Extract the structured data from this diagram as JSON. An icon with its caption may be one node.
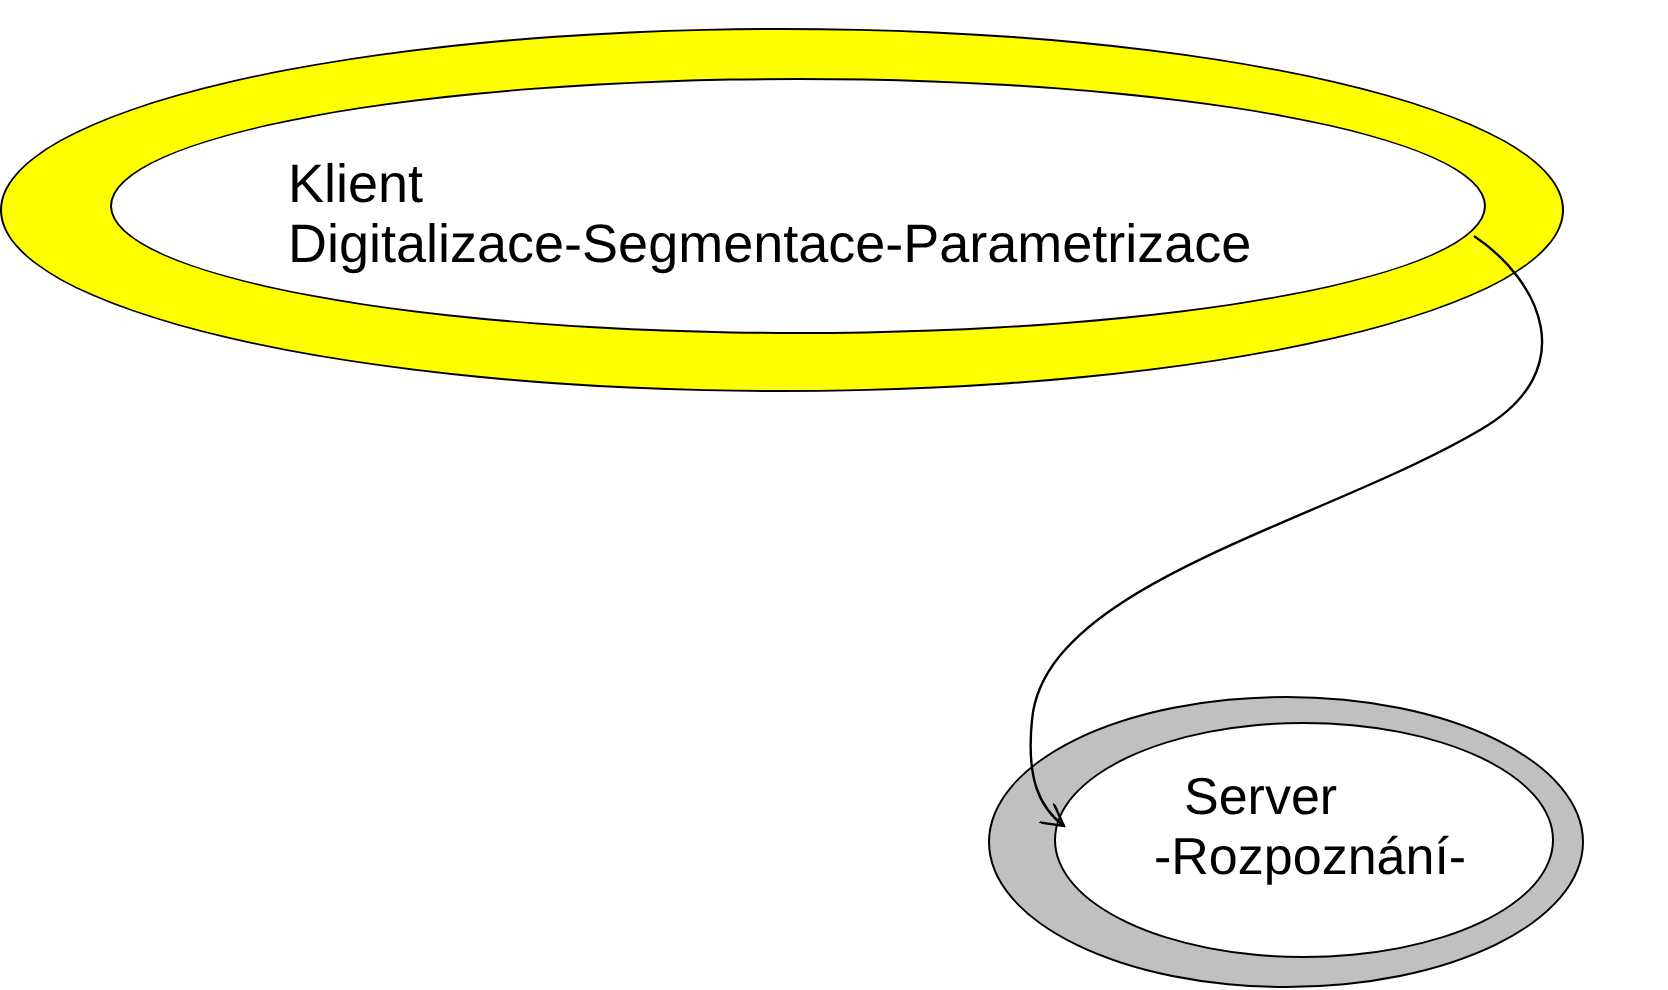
{
  "diagram": {
    "nodes": [
      {
        "text": [
          "Klient",
          "Digitalizace-Segmentace-Parametrizace"
        ]
      },
      {
        "text": [
          "Server",
          "-Rozpoznání-"
        ]
      }
    ],
    "edges": [
      {
        "from": 0,
        "to": 1,
        "arrow": "to"
      }
    ]
  }
}
